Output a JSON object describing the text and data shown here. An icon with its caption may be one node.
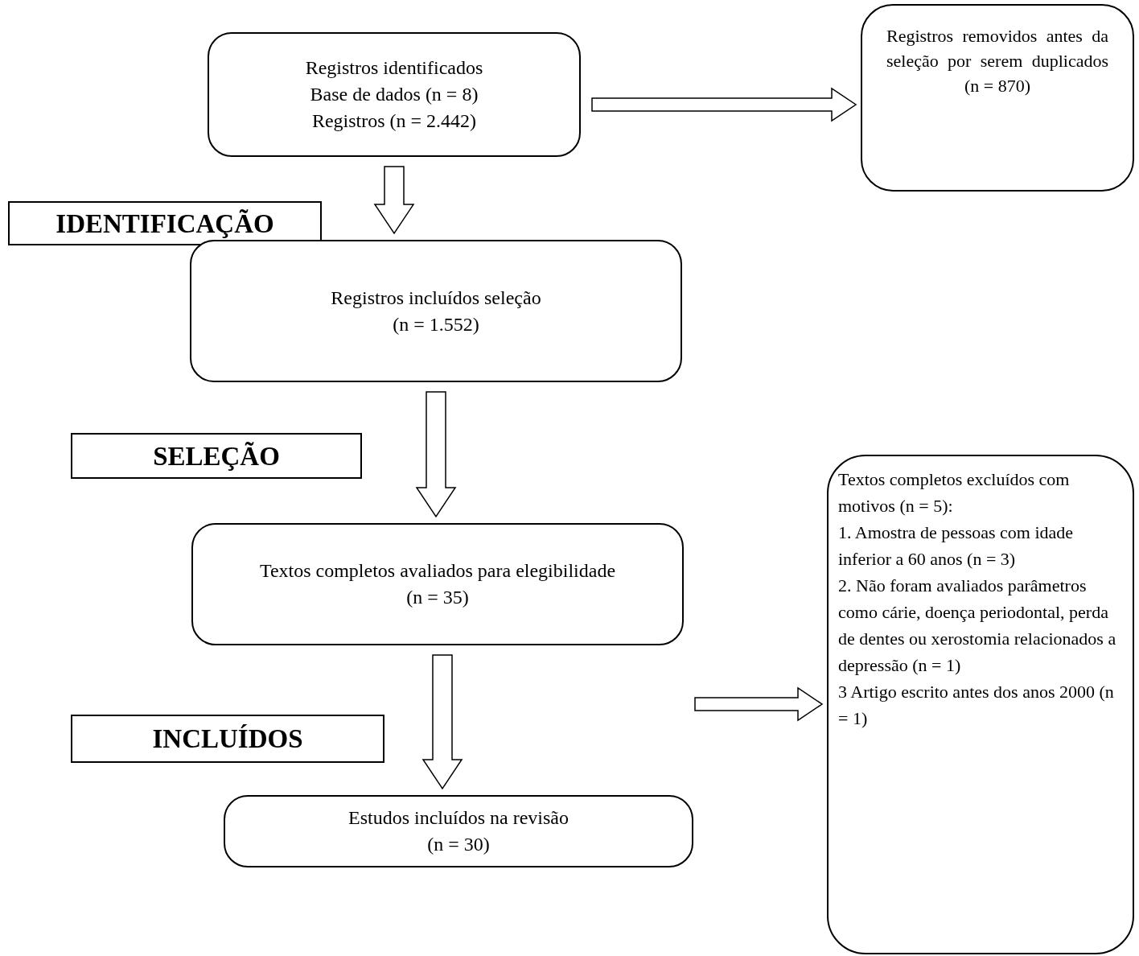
{
  "diagram": {
    "nodes": [
      {
        "text": [
          "Registros identificados",
          "Base de dados (n = 8)",
          "Registros (n = 2.442)"
        ]
      },
      {
        "text": [
          "Registros removidos antes da seleção por serem duplicados",
          "(n = 870)"
        ]
      },
      {
        "text": [
          "IDENTIFICAÇÃO"
        ]
      },
      {
        "text": [
          "Registros incluídos seleção",
          "(n = 1.552)"
        ]
      },
      {
        "text": [
          "SELEÇÃO"
        ]
      },
      {
        "text": [
          "Textos completos avaliados para elegibilidade",
          "(n = 35)"
        ]
      },
      {
        "text": [
          "INCLUÍDOS"
        ]
      },
      {
        "text": [
          "Estudos incluídos na revisão",
          "(n = 30)"
        ]
      },
      {
        "text": [
          "Textos completos excluídos com motivos (n = 5):",
          "1. Amostra de pessoas com idade inferior a 60 anos (n = 3)",
          "2. Não foram avaliados parâmetros como cárie, doença periodontal, perda de dentes ou xerostomia relacionados a depressão (n = 1)",
          "3 Artigo escrito antes dos anos 2000 (n = 1)"
        ]
      }
    ],
    "edges": [
      {
        "from": 0,
        "to": 1,
        "arrow": "to"
      },
      {
        "from": 0,
        "to": 3,
        "arrow": "to"
      },
      {
        "from": 3,
        "to": 5,
        "arrow": "to"
      },
      {
        "from": 5,
        "to": 7,
        "arrow": "to"
      },
      {
        "from": 5,
        "to": 8,
        "arrow": "to"
      }
    ]
  }
}
